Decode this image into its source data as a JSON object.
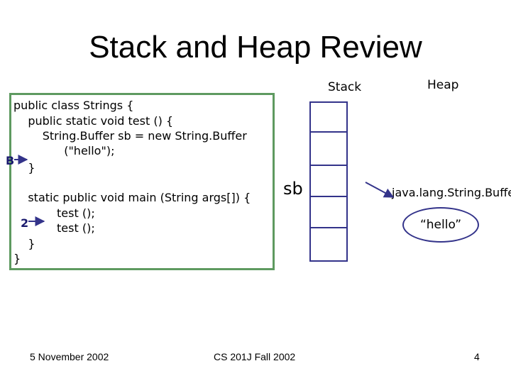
{
  "slide": {
    "title": "Stack and Heap Review",
    "stack_label": "Stack",
    "heap_label": "Heap"
  },
  "code": {
    "lines": [
      "public class Strings {",
      "    public static void test () {",
      "        String.Buffer sb = new String.Buffer",
      "              (\"hello\");",
      "    }",
      "",
      "    static public void main (String args[]) {",
      "            test ();",
      "            test ();",
      "    }",
      "}"
    ],
    "markers": {
      "b": "B",
      "two": "2"
    }
  },
  "diagram": {
    "stack_var": "sb",
    "heap_object_type": "java.lang.String.Buffer",
    "heap_object_value": "“hello”",
    "colors": {
      "code_border": "#5e9a60",
      "diagram_stroke": "#33338a"
    }
  },
  "footer": {
    "date": "5 November 2002",
    "course": "CS 201J Fall 2002",
    "page": "4"
  }
}
